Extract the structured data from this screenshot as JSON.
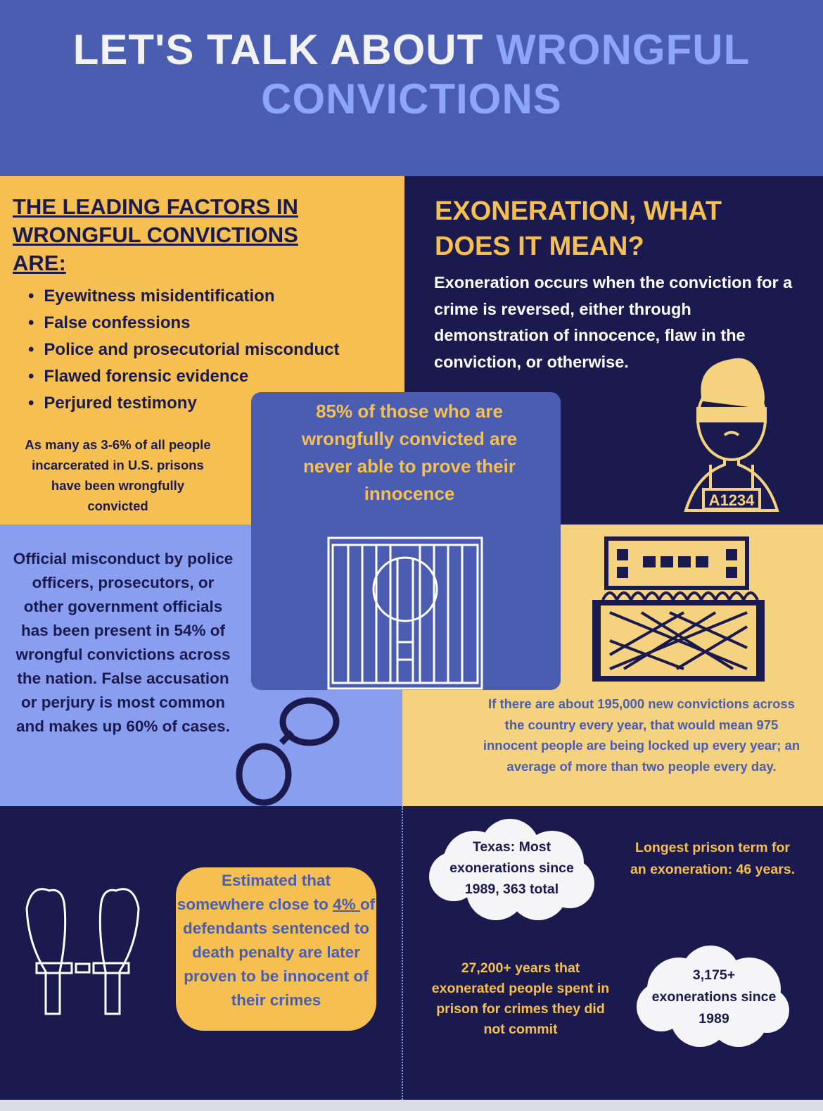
{
  "header": {
    "title_part1": "LET'S TALK ABOUT ",
    "title_part2": "WRONGFUL",
    "title_line2": "CONVICTIONS"
  },
  "factors": {
    "heading": "THE LEADING FACTORS IN WRONGFUL CONVICTIONS ARE:",
    "items": [
      "Eyewitness misidentification",
      "False confessions",
      "Police and prosecutorial misconduct",
      "Flawed forensic evidence",
      "Perjured testimony"
    ],
    "stat": "As many as 3-6% of all people incarcerated in U.S. prisons have been wrongfully convicted"
  },
  "exoneration": {
    "heading": "EXONERATION, WHAT DOES IT MEAN?",
    "body": "Exoneration occurs when the conviction for a crime is reversed, either through demonstration of innocence, flaw in the conviction, or otherwise.",
    "badge": "A1234"
  },
  "center": {
    "text": "85% of those who are wrongfully convicted are never able to prove their innocence"
  },
  "misconduct": {
    "text": "Official misconduct by police officers, prosecutors, or other government officials has been present in 54% of wrongful convictions across the nation. False accusation or perjury is most common and makes up 60% of cases."
  },
  "convictions": {
    "text": "If there are about 195,000 new convictions across the country every year, that would mean 975 innocent people are being locked up every year; an average of more than two people every day."
  },
  "death": {
    "pre": "Estimated that somewhere close to ",
    "pct": "4% ",
    "post": "of defendants sentenced to death penalty are later proven to be innocent of their crimes"
  },
  "texas": {
    "text": "Texas:  Most exonerations since 1989, 363 total"
  },
  "longest": {
    "text": "Longest prison term for an exoneration: 46 years."
  },
  "years": {
    "text": "27,200+ years that exonerated people spent in prison for crimes they did not commit"
  },
  "total": {
    "text": "3,175+ exonerations since 1989"
  },
  "colors": {
    "navy": "#1b1a4e",
    "blue": "#4a5db0",
    "light_blue": "#8a9ef0",
    "yellow": "#f5c051",
    "pale_yellow": "#f5d27f"
  }
}
